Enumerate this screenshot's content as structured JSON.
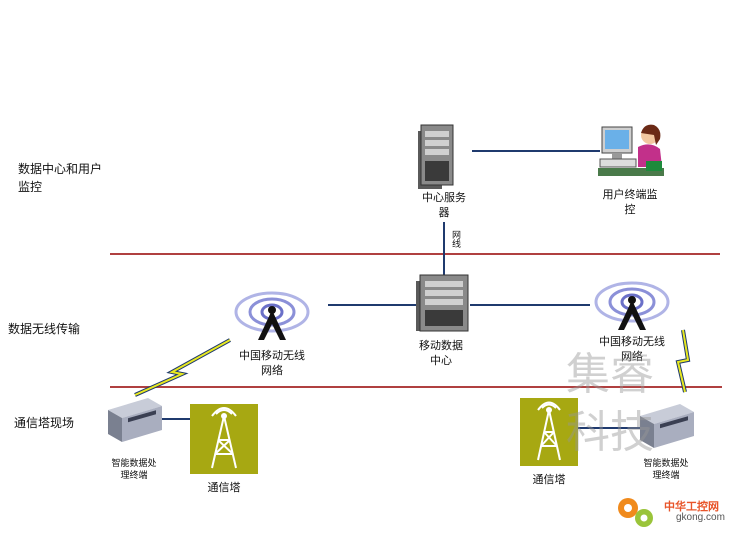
{
  "layers": {
    "top": "数据中心和用户监控",
    "middle": "数据无线传输",
    "bottom": "通信塔现场"
  },
  "nodes": {
    "central_server": "中心服务器",
    "user_terminal": "用户终端监控",
    "mobile_data_center": "移动数据中心",
    "cm_network_left": "中国移动无线网络",
    "cm_network_right": "中国移动无线网络",
    "terminal_left": "智能数据处理终端",
    "terminal_right": "智能数据处理终端",
    "tower_left": "通信塔",
    "tower_right": "通信塔"
  },
  "link_label": "网线",
  "watermark": {
    "line1": "集睿",
    "line2": "科技"
  },
  "logo": {
    "name": "中华工控网",
    "domain": "gkong.com"
  },
  "colors": {
    "layer_line": "#b04040",
    "link_line": "#1f3a6e",
    "tower_bg": "#a7a812",
    "wireless_bolt": "#e8e820"
  }
}
